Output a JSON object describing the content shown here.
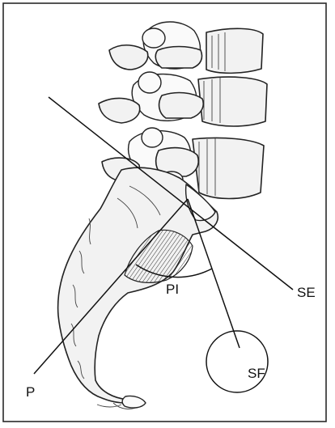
{
  "labels": {
    "se": "SE",
    "sf": "SF",
    "p": "P",
    "pi": "PI"
  }
}
